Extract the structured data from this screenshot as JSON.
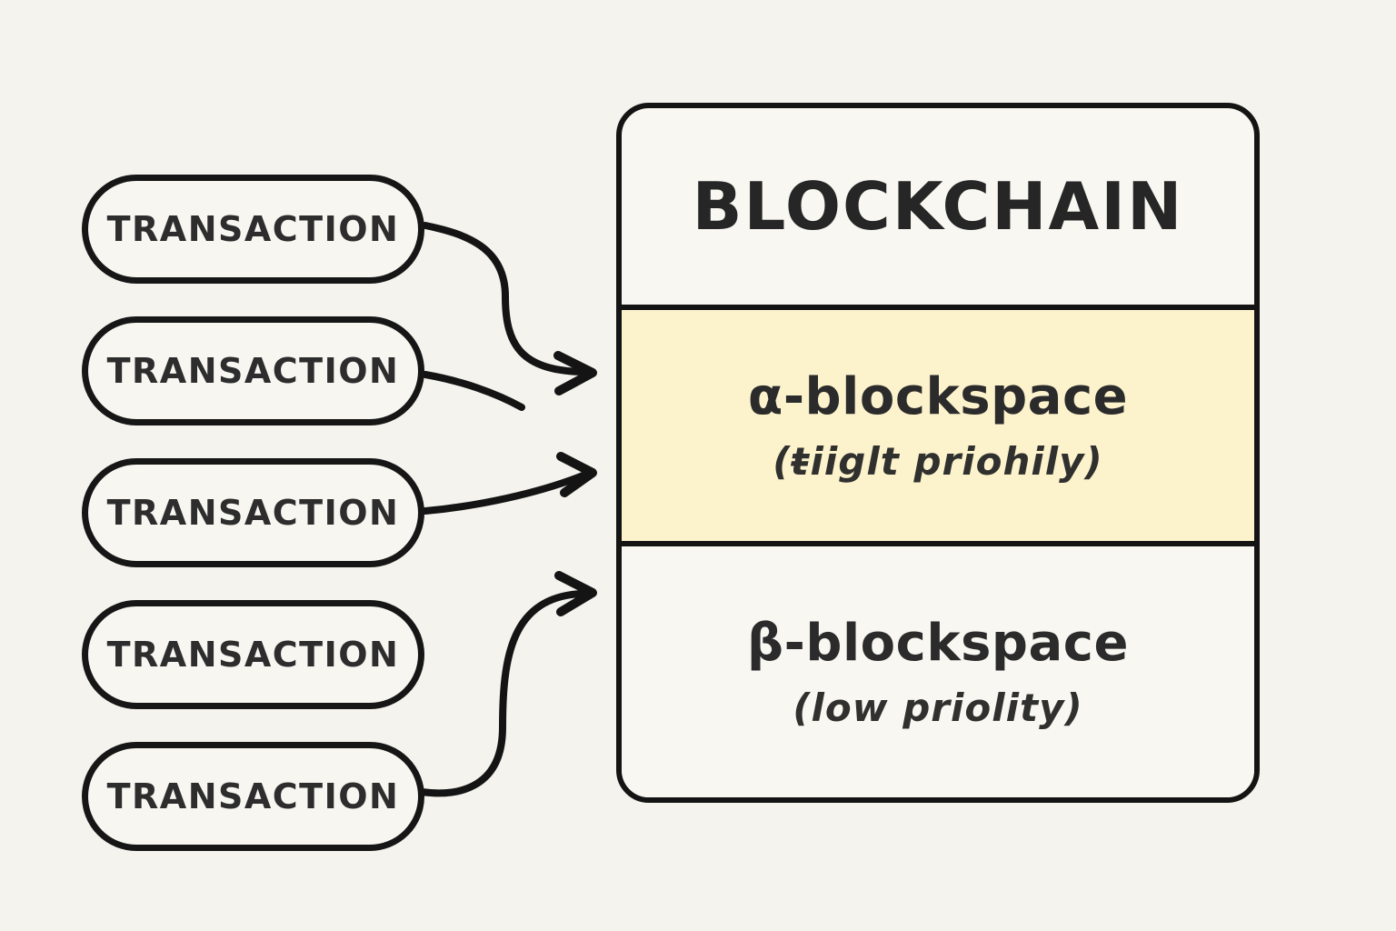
{
  "transactions": [
    {
      "label": "TRANSACTION"
    },
    {
      "label": "TRANSACTION"
    },
    {
      "label": "TRANSACTION"
    },
    {
      "label": "TRANSACTION"
    },
    {
      "label": "TRANSACTION"
    }
  ],
  "blockchain": {
    "title": "BLOCKCHAIN",
    "sections": [
      {
        "id": "alpha",
        "heading": "α-blockspace",
        "subheading": "(ŧiiglt priohily)",
        "fill": "#FCF2CC"
      },
      {
        "id": "beta",
        "heading": "β-blockspace",
        "subheading": "(low priolity)",
        "fill": "#F8F7F2"
      }
    ]
  },
  "arrows": [
    {
      "name": "arrow-1",
      "from": "transaction-1",
      "to": "alpha-blockspace",
      "has_arrowhead": true
    },
    {
      "name": "arrow-2",
      "from": "transaction-2",
      "to": "line-ends-midway",
      "has_arrowhead": false
    },
    {
      "name": "arrow-3",
      "from": "transaction-3",
      "to": "alpha-blockspace",
      "has_arrowhead": true
    },
    {
      "name": "arrow-5",
      "from": "transaction-5",
      "to": "beta-blockspace",
      "has_arrowhead": true
    }
  ],
  "colors": {
    "background": "#F4F3EE",
    "panel_fill": "#F8F7F2",
    "alpha_fill": "#FCF2CC",
    "stroke": "#141414",
    "text": "#2B2B2B"
  }
}
